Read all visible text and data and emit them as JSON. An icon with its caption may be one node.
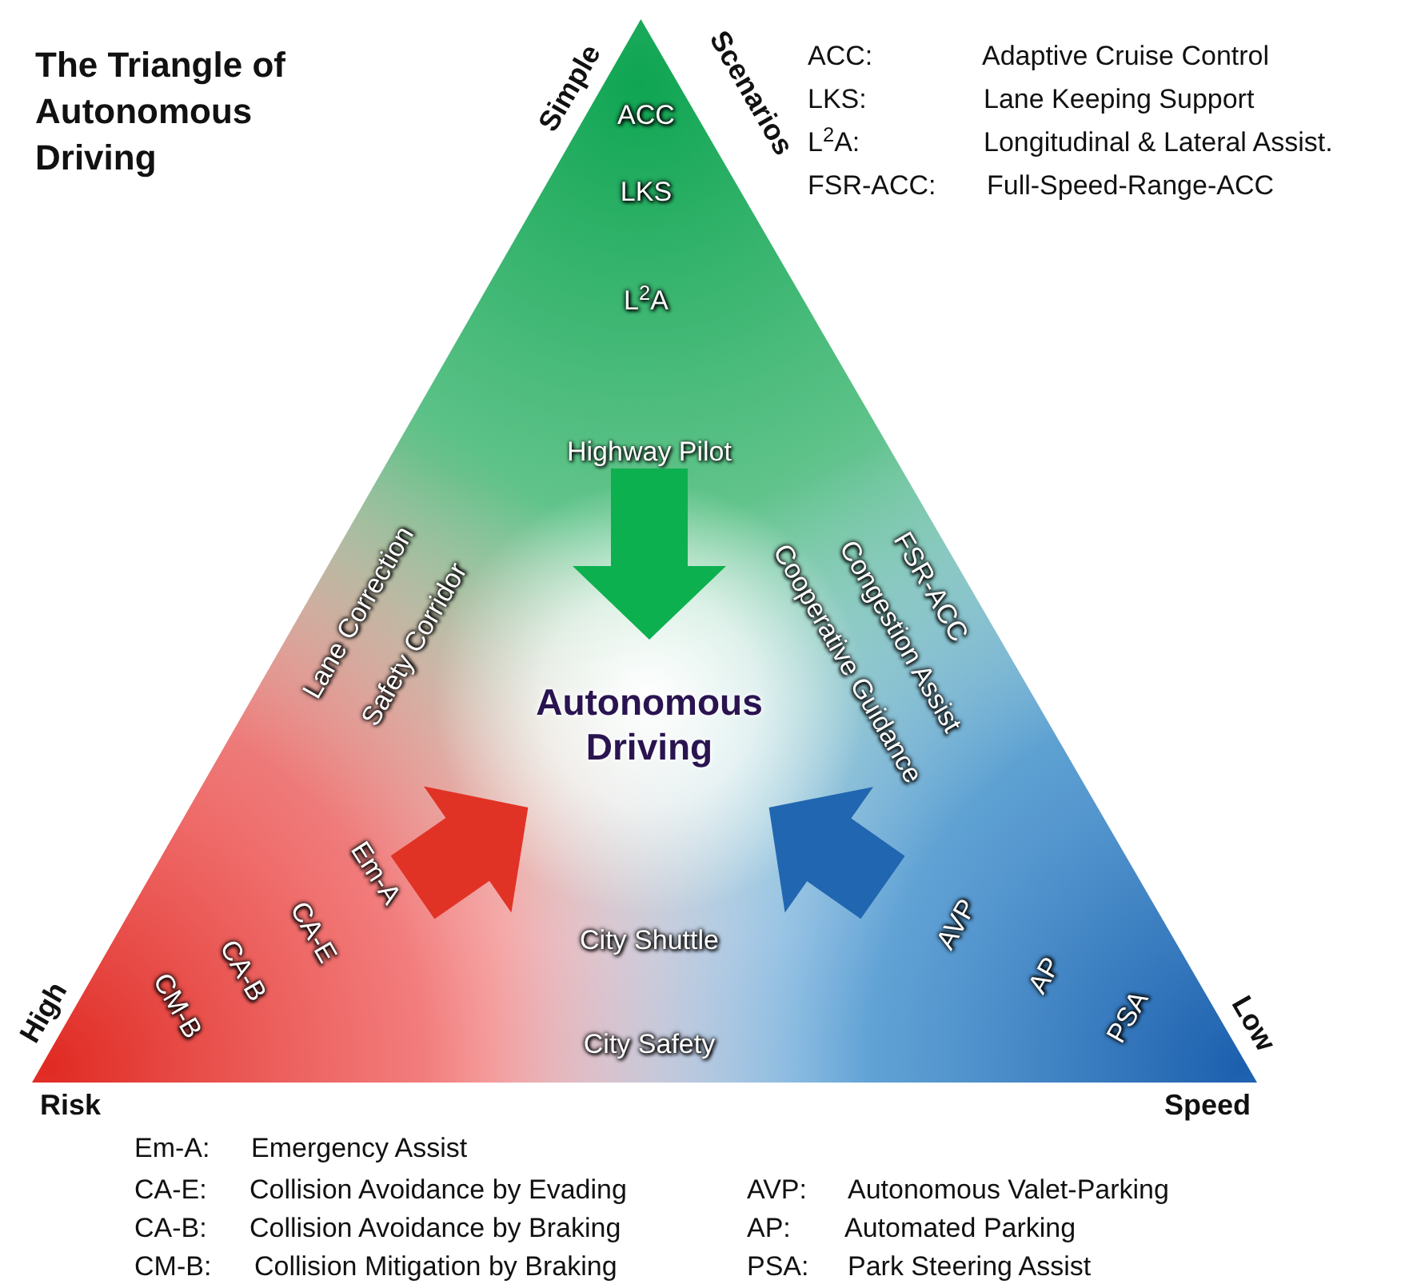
{
  "diagram": {
    "title": "The Triangle of Autonomous Driving",
    "nodes": [
      {
        "text": [],
        "shape": "triangle"
      },
      {
        "text": [
          "Autonomous Driving"
        ],
        "in": 0
      },
      {
        "text": [
          "Highway Pilot"
        ],
        "in": 0
      }
    ],
    "edges": [
      {
        "from": 2,
        "to": 1,
        "arrow": "to",
        "style": "thick",
        "color": "#0db04f"
      },
      {
        "from": null,
        "to": 1,
        "arrow": "to",
        "style": "thick",
        "color": "#e03325"
      },
      {
        "from": null,
        "to": 1,
        "arrow": "to",
        "style": "thick",
        "color": "#2166b0"
      }
    ],
    "labels": [
      "Simple",
      "Scenarios",
      "ACC:",
      "Adaptive Cruise Control",
      "LKS:",
      "Lane Keeping Support",
      "L$^{2}$A:",
      "Longitudinal  & Lateral Assist.",
      "FSR-ACC:",
      "Full-Speed-Range-ACC",
      "ACC",
      "LKS",
      "L$^{2}$A",
      "Lane Correction",
      "Safety Corridor",
      "FSR-ACC",
      "Congestion Assist",
      "Cooperative Guidance",
      "CA-E",
      "Em-A",
      "City Shuttle",
      "AVP",
      "High",
      "CM-B",
      "CA-B",
      "City Safety",
      "AP",
      "PSA",
      "Low",
      "Risk",
      "Speed",
      "Em-A:",
      "Emergency Assist",
      "CA-E:",
      "Collision Avoidance by Evading",
      "AVP:",
      "Autonomous Valet-Parking",
      "CA-B:",
      "Collision Avoidance by Braking",
      "AP:",
      "Automated Parking",
      "CM-B:",
      "Collision Mitigation by Braking",
      "PSA:",
      "Park Steering Assist"
    ]
  }
}
